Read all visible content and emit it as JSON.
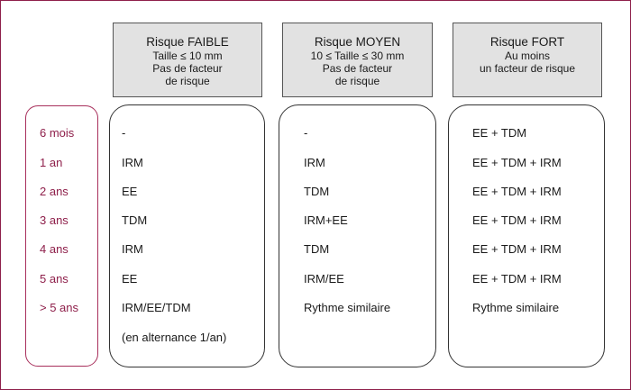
{
  "headers": [
    {
      "title": "Risque FAIBLE",
      "line1": "Taille ≤ 10 mm",
      "line2": "Pas de facteur",
      "line3": "de risque"
    },
    {
      "title": "Risque MOYEN",
      "line1": "10 ≤ Taille ≤ 30 mm",
      "line2": "Pas de facteur",
      "line3": "de risque"
    },
    {
      "title": "Risque FORT",
      "line1": "Au moins",
      "line2": "un facteur de risque",
      "line3": ""
    }
  ],
  "periods": [
    "6 mois",
    "1 an",
    "2 ans",
    "3 ans",
    "4 ans",
    "5 ans",
    "> 5 ans"
  ],
  "low": [
    "-",
    "IRM",
    "EE",
    "TDM",
    "IRM",
    "EE",
    "IRM/EE/TDM",
    "(en alternance 1/an)"
  ],
  "medium": [
    "-",
    "IRM",
    "TDM",
    "IRM+EE",
    "TDM",
    "IRM/EE",
    "Rythme similaire"
  ],
  "high": [
    "EE + TDM",
    "EE + TDM + IRM",
    "EE + TDM + IRM",
    "EE + TDM + IRM",
    "EE + TDM + IRM",
    "EE + TDM + IRM",
    "Rythme similaire"
  ]
}
